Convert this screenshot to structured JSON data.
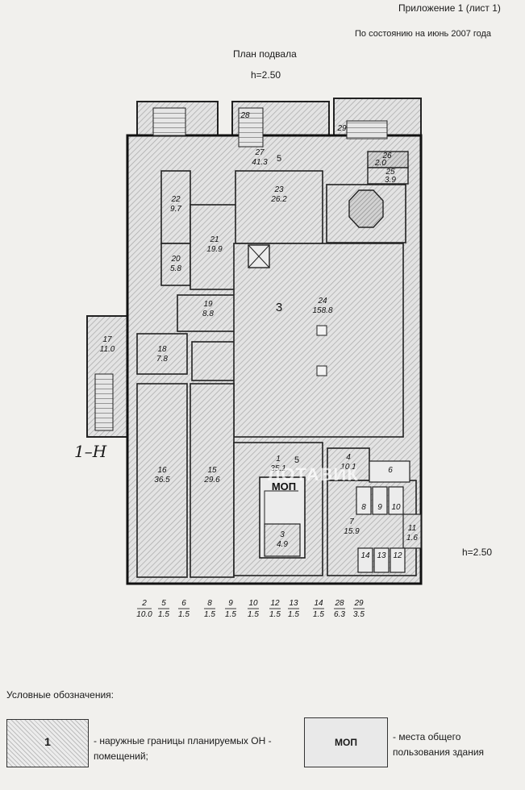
{
  "header": {
    "appendix": "Приложение 1 (лист 1)",
    "as_of": "По состоянию на июнь 2007 года",
    "plan_title": "План подвала",
    "plan_height": "h=2.50",
    "right_height": "h=2.50",
    "axis_label": "1–Н",
    "watermark": "ЛОТАВИК"
  },
  "rooms": [
    {
      "n": "16",
      "a": "36.5"
    },
    {
      "n": "15",
      "a": "29.6"
    },
    {
      "n": "17",
      "a": "11.0"
    },
    {
      "n": "18",
      "a": "7.8"
    },
    {
      "n": "19",
      "a": "8.8"
    },
    {
      "n": "20",
      "a": "5.8"
    },
    {
      "n": "21",
      "a": "19.9"
    },
    {
      "n": "22",
      "a": "9.7"
    },
    {
      "n": "23",
      "a": "26.2"
    },
    {
      "n": "24",
      "a": "158.8"
    },
    {
      "n": "27",
      "a": "41.3"
    },
    {
      "n": "26",
      "a": "2.0"
    },
    {
      "n": "25",
      "a": "3.9"
    },
    {
      "n": "1",
      "a": "35.1"
    },
    {
      "n": "3",
      "a": "4.9"
    },
    {
      "n": "4",
      "a": "10.1"
    },
    {
      "n": "7",
      "a": "15.9"
    },
    {
      "n": "11",
      "a": "1.6"
    },
    {
      "n": "8",
      "a": ""
    },
    {
      "n": "9",
      "a": ""
    },
    {
      "n": "10",
      "a": ""
    },
    {
      "n": "14",
      "a": ""
    },
    {
      "n": "13",
      "a": ""
    },
    {
      "n": "12",
      "a": ""
    },
    {
      "n": "6",
      "a": ""
    },
    {
      "n": "28",
      "a": ""
    },
    {
      "n": "29",
      "a": ""
    }
  ],
  "zones": {
    "main": "3",
    "lobby": "5",
    "corridor": "5",
    "mop": "МОП"
  },
  "footnote_rooms": [
    {
      "n": "2",
      "a": "10.0"
    },
    {
      "n": "5",
      "a": "1.5"
    },
    {
      "n": "6",
      "a": "1.5"
    },
    {
      "n": "8",
      "a": "1.5"
    },
    {
      "n": "9",
      "a": "1.5"
    },
    {
      "n": "10",
      "a": "1.5"
    },
    {
      "n": "12",
      "a": "1.5"
    },
    {
      "n": "13",
      "a": "1.5"
    },
    {
      "n": "14",
      "a": "1.5"
    },
    {
      "n": "28",
      "a": "6.3"
    },
    {
      "n": "29",
      "a": "3.5"
    }
  ],
  "legend": {
    "title": "Условные обозначения:",
    "box1_label": "1",
    "box1_text": "- наружные границы планируемых ОН - помещений;",
    "box2_label": "МОП",
    "box2_text": "- места общего пользования здания"
  }
}
